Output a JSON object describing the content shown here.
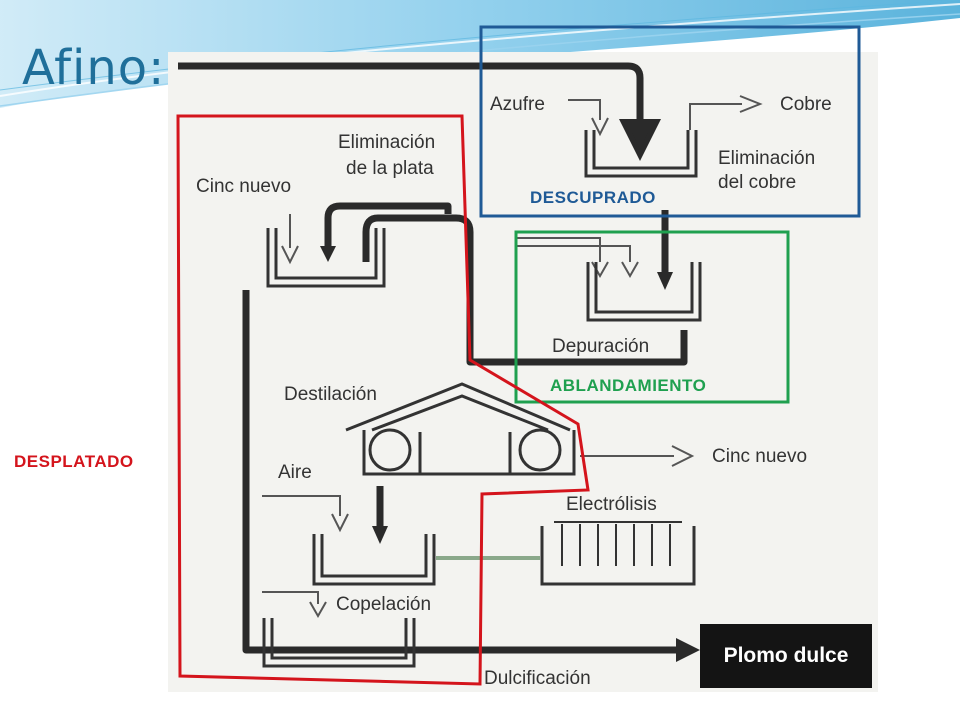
{
  "slide": {
    "title": "Afino:"
  },
  "diagram": {
    "labels": {
      "azufre": "Azufre",
      "cobre": "Cobre",
      "eliminacion_cobre_1": "Eliminación",
      "eliminacion_cobre_2": "del cobre",
      "eliminacion_plata_1": "Eliminación",
      "eliminacion_plata_2": "de la plata",
      "cinc_nuevo_top": "Cinc nuevo",
      "depuracion": "Depuración",
      "destilacion": "Destilación",
      "cinc_nuevo_right": "Cinc nuevo",
      "aire": "Aire",
      "electrolisis": "Electrólisis",
      "copelacion": "Copelación",
      "dulcificacion": "Dulcificación",
      "plomo_dulce": "Plomo dulce"
    },
    "tags": {
      "descuprado": "DESCUPRADO",
      "ablandamiento": "ABLANDAMIENTO",
      "desplatado": "DESPLATADO"
    },
    "colors": {
      "title": "#1f6f9a",
      "descuprado_box": "#1f5a96",
      "ablandamiento_box": "#1fa04f",
      "desplatado_box": "#d4141c",
      "plomo_dulce_bg": "#141414"
    }
  }
}
